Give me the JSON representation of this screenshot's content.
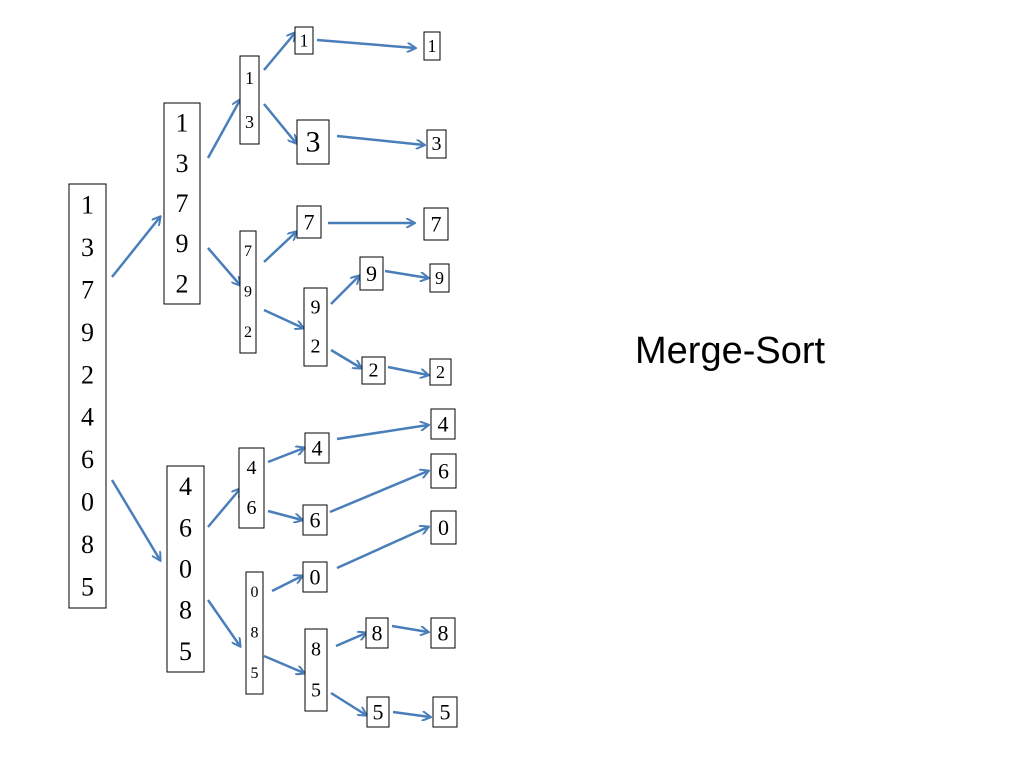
{
  "title": "Merge-Sort",
  "colors": {
    "arrow": "#4a7ebb",
    "box_border": "#000000",
    "text": "#000000"
  },
  "diagram": {
    "nodes": [
      {
        "id": "root",
        "values": [
          "1",
          "3",
          "7",
          "9",
          "2",
          "4",
          "6",
          "0",
          "8",
          "5"
        ]
      },
      {
        "id": "L",
        "values": [
          "1",
          "3",
          "7",
          "9",
          "2"
        ]
      },
      {
        "id": "R",
        "values": [
          "4",
          "6",
          "0",
          "8",
          "5"
        ]
      },
      {
        "id": "LL",
        "values": [
          "1",
          "3"
        ]
      },
      {
        "id": "LR",
        "values": [
          "7",
          "9",
          "2"
        ]
      },
      {
        "id": "RL",
        "values": [
          "4",
          "6"
        ]
      },
      {
        "id": "RR",
        "values": [
          "0",
          "8",
          "5"
        ]
      },
      {
        "id": "LL1",
        "values": [
          "1"
        ]
      },
      {
        "id": "LL3",
        "values": [
          "3"
        ]
      },
      {
        "id": "LR7",
        "values": [
          "7"
        ]
      },
      {
        "id": "LR92",
        "values": [
          "9",
          "2"
        ]
      },
      {
        "id": "LR9",
        "values": [
          "9"
        ]
      },
      {
        "id": "LR2",
        "values": [
          "2"
        ]
      },
      {
        "id": "RL4",
        "values": [
          "4"
        ]
      },
      {
        "id": "RL6",
        "values": [
          "6"
        ]
      },
      {
        "id": "RR0",
        "values": [
          "0"
        ]
      },
      {
        "id": "RR85",
        "values": [
          "8",
          "5"
        ]
      },
      {
        "id": "RR8",
        "values": [
          "8"
        ]
      },
      {
        "id": "RR5",
        "values": [
          "5"
        ]
      },
      {
        "id": "F1",
        "values": [
          "1"
        ]
      },
      {
        "id": "F3",
        "values": [
          "3"
        ]
      },
      {
        "id": "F7",
        "values": [
          "7"
        ]
      },
      {
        "id": "F9",
        "values": [
          "9"
        ]
      },
      {
        "id": "F2",
        "values": [
          "2"
        ]
      },
      {
        "id": "F4",
        "values": [
          "4"
        ]
      },
      {
        "id": "F6",
        "values": [
          "6"
        ]
      },
      {
        "id": "F0",
        "values": [
          "0"
        ]
      },
      {
        "id": "F8",
        "values": [
          "8"
        ]
      },
      {
        "id": "F5",
        "values": [
          "5"
        ]
      }
    ],
    "edges": [
      [
        "root",
        "L"
      ],
      [
        "root",
        "R"
      ],
      [
        "L",
        "LL"
      ],
      [
        "L",
        "LR"
      ],
      [
        "R",
        "RL"
      ],
      [
        "R",
        "RR"
      ],
      [
        "LL",
        "LL1"
      ],
      [
        "LL",
        "LL3"
      ],
      [
        "LR",
        "LR7"
      ],
      [
        "LR",
        "LR92"
      ],
      [
        "LR92",
        "LR9"
      ],
      [
        "LR92",
        "LR2"
      ],
      [
        "RL",
        "RL4"
      ],
      [
        "RL",
        "RL6"
      ],
      [
        "RR",
        "RR0"
      ],
      [
        "RR",
        "RR85"
      ],
      [
        "RR85",
        "RR8"
      ],
      [
        "RR85",
        "RR5"
      ],
      [
        "LL1",
        "F1"
      ],
      [
        "LL3",
        "F3"
      ],
      [
        "LR7",
        "F7"
      ],
      [
        "LR9",
        "F9"
      ],
      [
        "LR2",
        "F2"
      ],
      [
        "RL4",
        "F4"
      ],
      [
        "RL6",
        "F6"
      ],
      [
        "RR0",
        "F0"
      ],
      [
        "RR8",
        "F8"
      ],
      [
        "RR5",
        "F5"
      ]
    ]
  }
}
